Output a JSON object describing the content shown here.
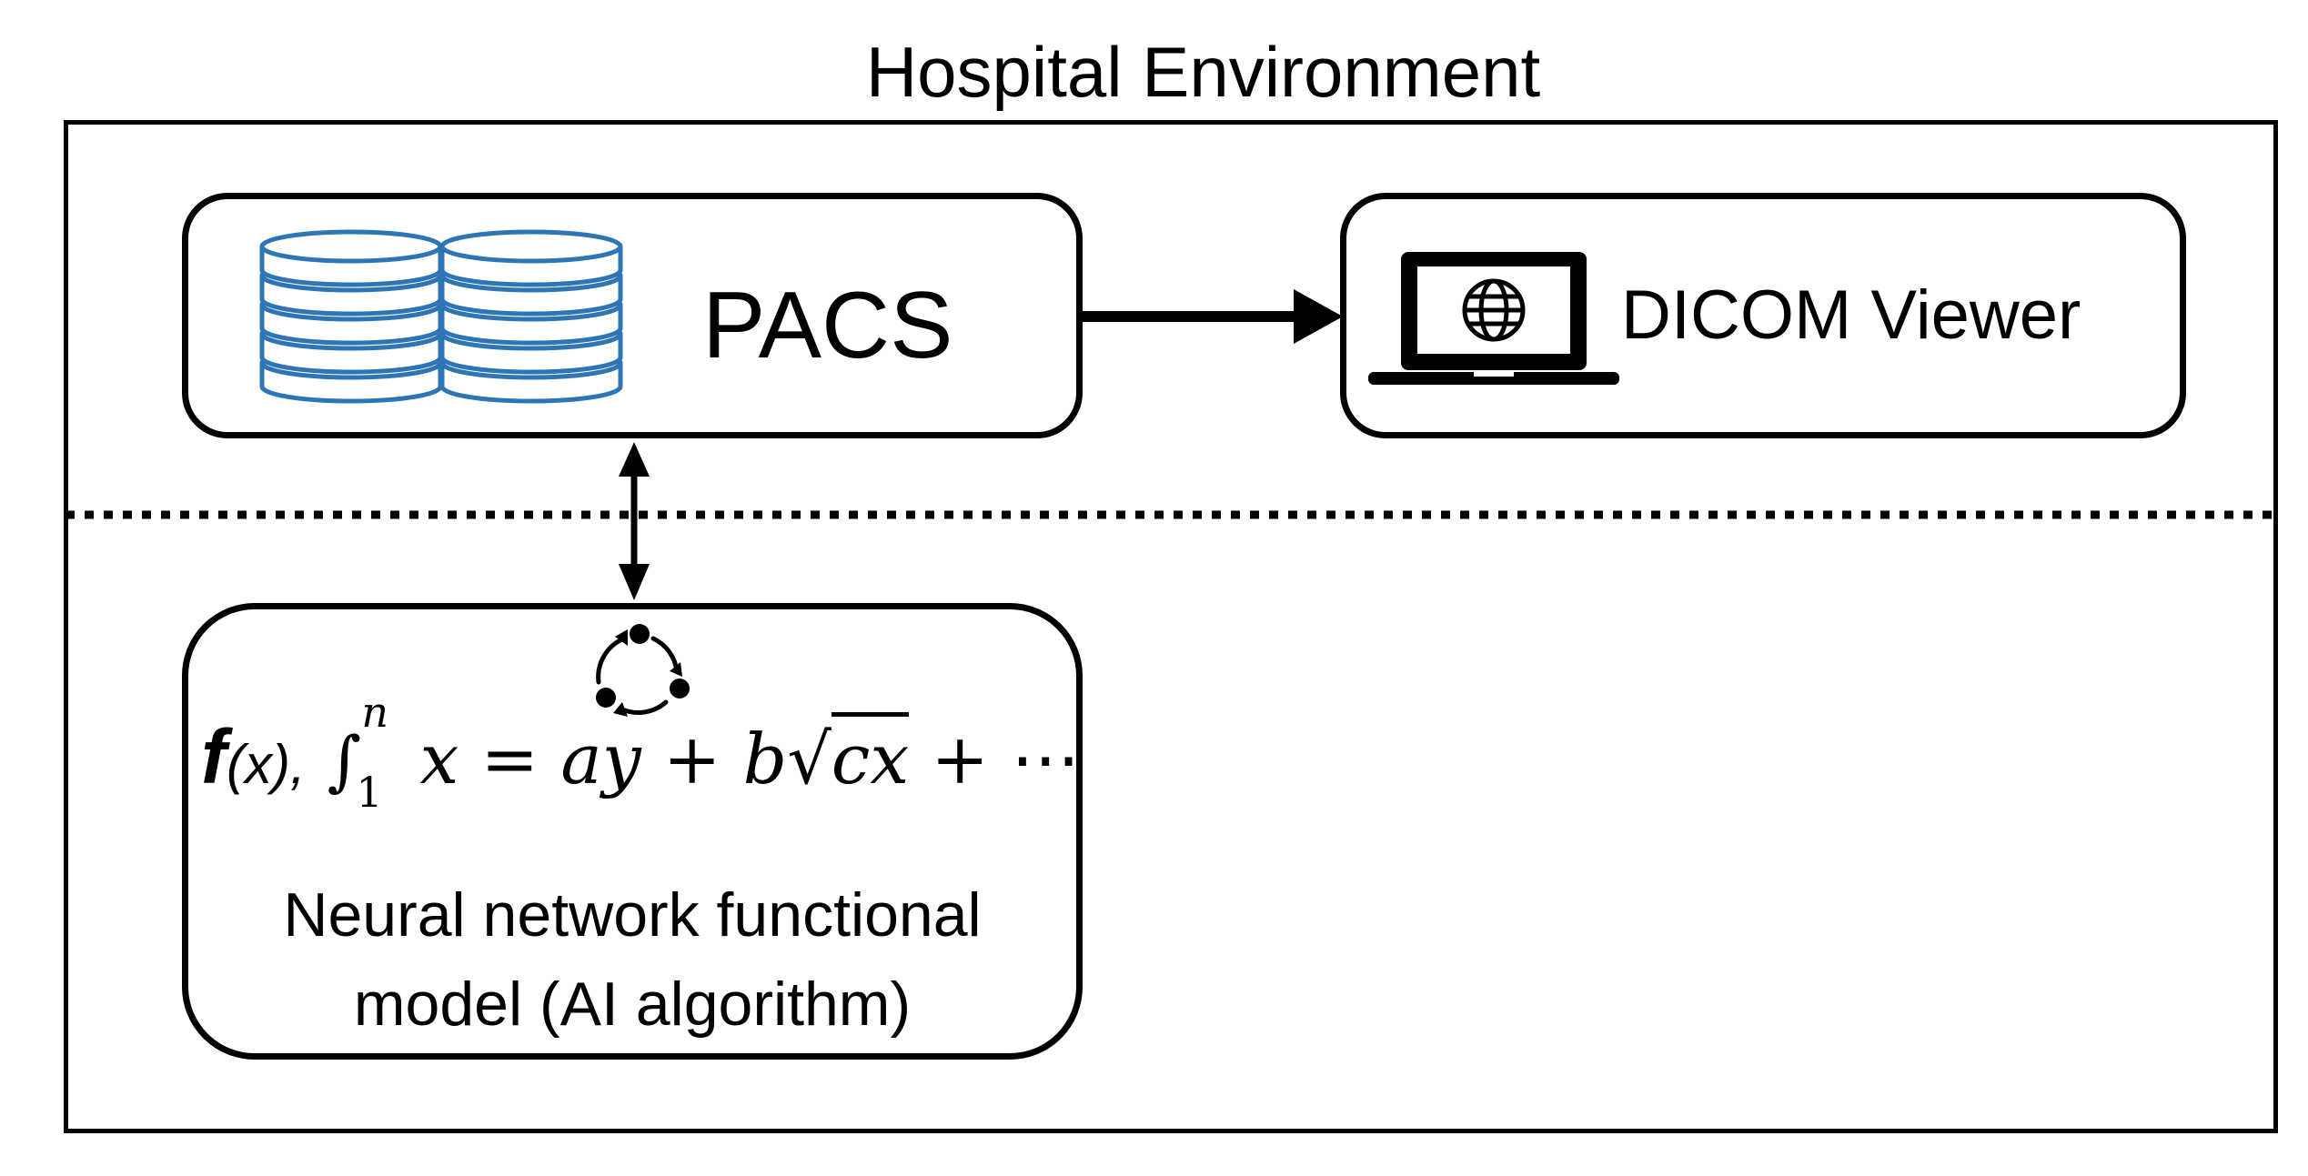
{
  "diagram": {
    "title": "Hospital Environment",
    "nodes": {
      "pacs": {
        "label": "PACS",
        "icon": "database-stack-icon"
      },
      "viewer": {
        "label": "DICOM Viewer",
        "icon": "laptop-globe-icon"
      },
      "model": {
        "icon": "cycle-icon",
        "formula": {
          "fn": "f",
          "fn_arg": "(x),",
          "integral": "∫",
          "upper": "n",
          "lower": "1",
          "lhs": "x",
          "equals": "=",
          "term1": "ay",
          "plus": "+",
          "coef": "b",
          "sqrt": "√",
          "radicand": "cx",
          "tail": "+ ⋯"
        },
        "label_line1": "Neural network functional",
        "label_line2": "model (AI algorithm)"
      }
    },
    "colors": {
      "database": "#2e75b6",
      "stroke": "#000000",
      "background": "#ffffff"
    }
  }
}
